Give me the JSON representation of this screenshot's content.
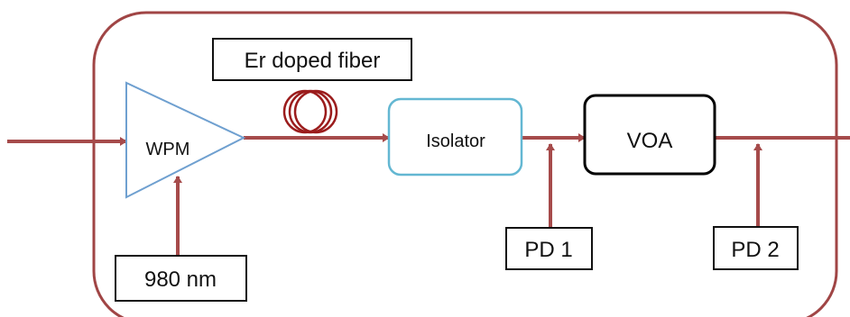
{
  "labels": {
    "fiber": "Er doped fiber",
    "wpm": "WPM",
    "isolator": "Isolator",
    "voa": "VOA",
    "pd1": "PD 1",
    "pd2": "PD 2",
    "pump": "980 nm"
  },
  "colors": {
    "fiber_line": "#a64b4b",
    "enclosure": "#a04545",
    "wpm_outline": "#6fa0d0",
    "isolator_outline": "#63b7d2",
    "voa_outline": "#000000",
    "box_outline": "#000000"
  }
}
